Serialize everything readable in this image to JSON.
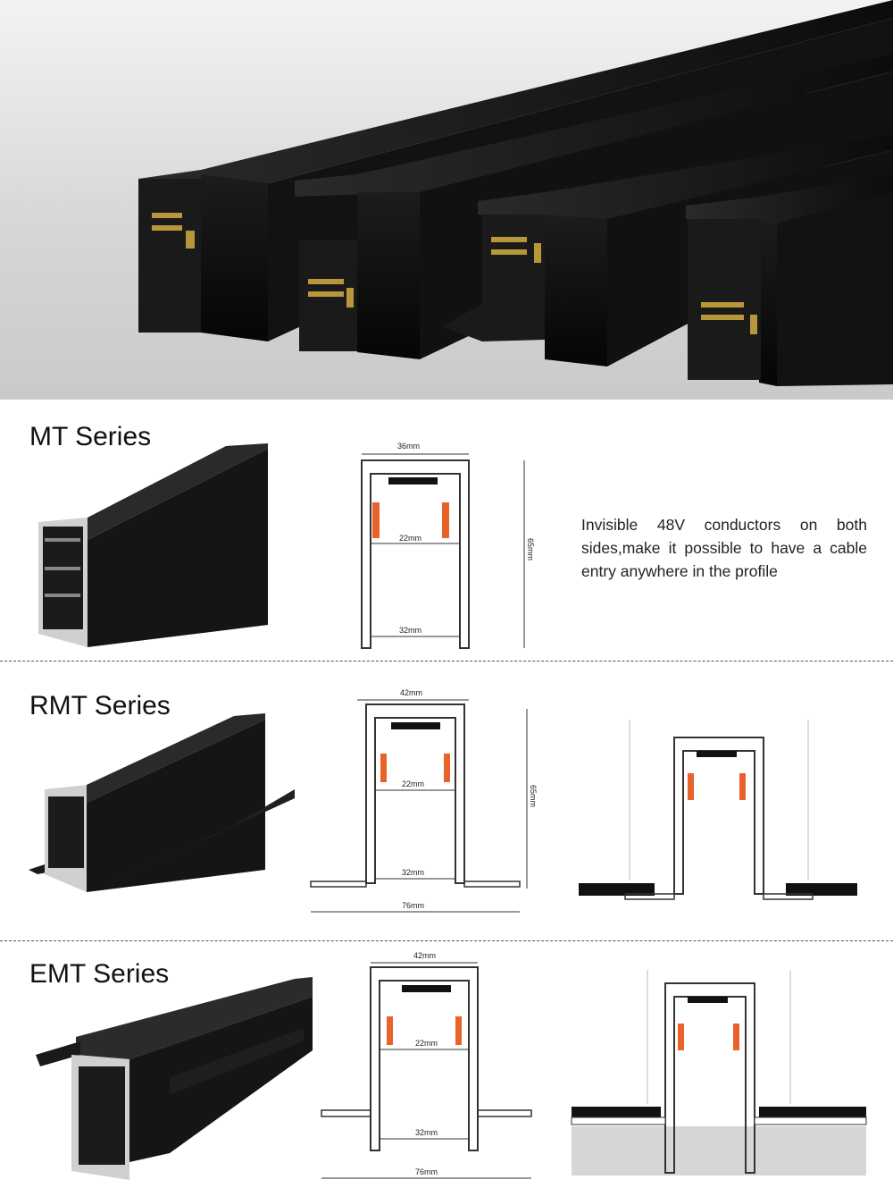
{
  "hero": {
    "image": "black magnetic track rail profiles"
  },
  "sections": [
    {
      "title": "MT Series",
      "dims": {
        "top": "36mm",
        "inner": "22mm",
        "bottom": "32mm",
        "height": "65mm"
      },
      "description": "Invisible 48V conductors on both sides,make it possible to have a cable entry anywhere in the profile"
    },
    {
      "title": "RMT Series",
      "dims": {
        "top": "42mm",
        "inner": "22mm",
        "bottom": "32mm",
        "height": "65mm",
        "total": "76mm"
      }
    },
    {
      "title": "EMT Series",
      "dims": {
        "top": "42mm",
        "inner": "22mm",
        "bottom": "32mm",
        "total": "76mm"
      }
    }
  ],
  "colors": {
    "conductor": "#e8622a",
    "profile": "#111111",
    "background": "#ffffff"
  }
}
